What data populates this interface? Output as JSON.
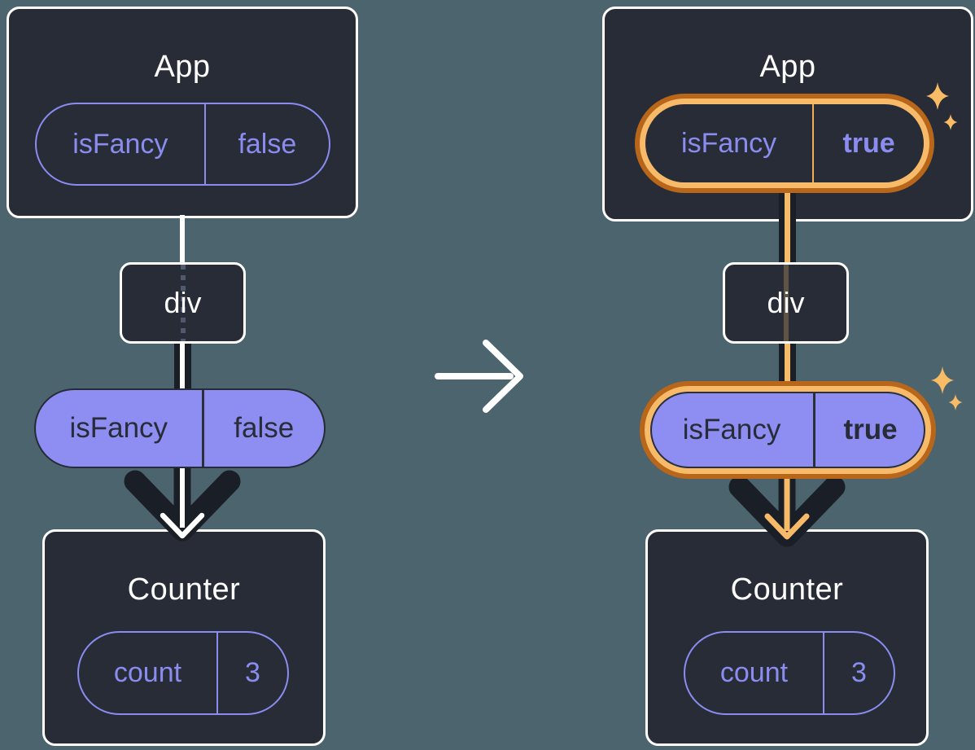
{
  "colors": {
    "background": "#4c646e",
    "card": "#272c36",
    "card_border": "#ffffff",
    "purple": "#8a8cf0",
    "purple_fill": "#8d8df2",
    "text_dark": "#272c36",
    "arrow_dark": "#1a1e26",
    "orange": "#b8661a",
    "orange_light": "#f7ba68",
    "sparkle": "#f8bb66",
    "white": "#ffffff"
  },
  "icons": {
    "transition": "arrow-right-icon",
    "flow": "arrow-down-icon",
    "highlight": "sparkle-icon"
  },
  "panels": [
    {
      "id": "before",
      "app": {
        "title": "App",
        "prop_name": "isFancy",
        "prop_value": "false"
      },
      "div_label": "div",
      "passed_prop": {
        "name": "isFancy",
        "value": "false"
      },
      "counter": {
        "title": "Counter",
        "state_name": "count",
        "state_value": "3"
      }
    },
    {
      "id": "after",
      "highlighted": true,
      "app": {
        "title": "App",
        "prop_name": "isFancy",
        "prop_value": "true"
      },
      "div_label": "div",
      "passed_prop": {
        "name": "isFancy",
        "value": "true"
      },
      "counter": {
        "title": "Counter",
        "state_name": "count",
        "state_value": "3"
      }
    }
  ]
}
